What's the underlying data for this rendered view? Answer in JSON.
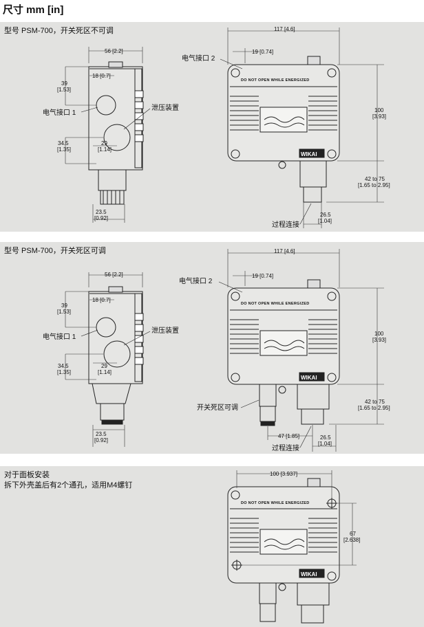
{
  "page_title": "尺寸 mm [in]",
  "panel1": {
    "title": "型号 PSM-700，开关死区不可调",
    "dims": {
      "width_56": "56 [2.2]",
      "d18": "18 [0.7]",
      "d39a": "39",
      "d39b": "[1.53]",
      "d345a": "34.5",
      "d345b": "[1.35]",
      "d29a": "29",
      "d29b": "[1.14]",
      "d235a": "23.5",
      "d235b": "[0.92]",
      "w117": "117 [4.6]",
      "d19": "19 [0.74]",
      "h100a": "100",
      "h100b": "[3.93]",
      "r42a": "42 to 75",
      "r42b": "[1.65 to 2.95]",
      "d265a": "26.5",
      "d265b": "[1.04]"
    },
    "labels": {
      "elec1": "电气接口 1",
      "elec2": "电气接口 2",
      "relief": "泄压装置",
      "process": "过程连接"
    }
  },
  "panel2": {
    "title": "型号 PSM-700，开关死区可调",
    "dims": {
      "width_56": "56 [2.2]",
      "d18": "18 [0.7]",
      "d39a": "39",
      "d39b": "[1.53]",
      "d345a": "34.5",
      "d345b": "[1.35]",
      "d29a": "29",
      "d29b": "[1.14]",
      "d235a": "23.5",
      "d235b": "[0.92]",
      "w117": "117 [4.6]",
      "d19": "19 [0.74]",
      "h100a": "100",
      "h100b": "[3.93]",
      "r42a": "42 to 75",
      "r42b": "[1.65 to 2.95]",
      "d265a": "26.5",
      "d265b": "[1.04]",
      "d47": "47 [1.85]"
    },
    "labels": {
      "elec1": "电气接口 1",
      "elec2": "电气接口 2",
      "relief": "泄压装置",
      "process": "过程连接",
      "adjust": "开关死区可调"
    }
  },
  "panel3": {
    "title1": "对于面板安装",
    "title2": "拆下外壳盖后有2个通孔，适用M4螺钉",
    "dims": {
      "w100": "100 [3.937]",
      "h67a": "67",
      "h67b": "[2.638]"
    }
  },
  "device": {
    "warning": "DO NOT OPEN WHILE ENERGIZED",
    "logo": "WIKAI"
  }
}
